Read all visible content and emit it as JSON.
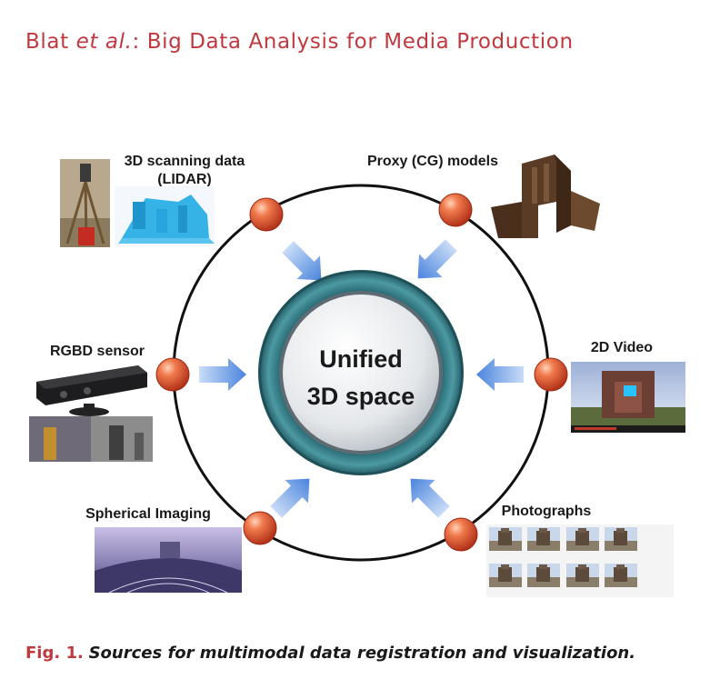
{
  "header": {
    "author": "Blat",
    "etal": "et al.",
    "colon": ":",
    "title": "Big Data Analysis for Media Production"
  },
  "center": {
    "line1": "Unified",
    "line2": "3D space"
  },
  "sources": {
    "lidar_line1": "3D scanning data",
    "lidar_line2": "(LIDAR)",
    "proxy": "Proxy (CG) models",
    "rgbd": "RGBD sensor",
    "video": "2D Video",
    "spherical": "Spherical Imaging",
    "photos": "Photographs"
  },
  "caption": {
    "fig": "Fig. 1.",
    "text": "Sources for multimodal data registration and visualization."
  },
  "colors": {
    "accent": "#c0393f",
    "node": "#e05a33",
    "arrow": "#5b8fe0",
    "hub_ring": "#2f7f8a"
  }
}
